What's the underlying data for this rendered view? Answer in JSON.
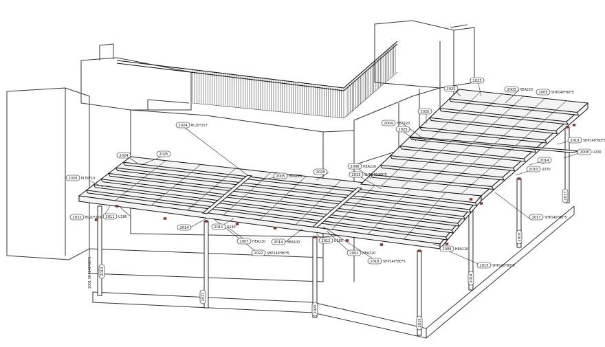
{
  "callouts": [
    {
      "id": "2023",
      "profile": ""
    },
    {
      "id": "2025",
      "profile": ""
    },
    {
      "id": "2003",
      "profile": "HEA220"
    },
    {
      "id": "2005",
      "profile": "SHP140*80*5"
    },
    {
      "id": "2020",
      "profile": ""
    },
    {
      "id": "2004",
      "profile": "HEA220"
    },
    {
      "id": "2025",
      "profile": ""
    },
    {
      "id": "2024",
      "profile": "BL20*217"
    },
    {
      "id": "2019",
      "profile": "SHP140*80*5"
    },
    {
      "id": "2008",
      "profile": "U230"
    },
    {
      "id": "2014",
      "profile": ""
    },
    {
      "id": "2010",
      "profile": "U230"
    },
    {
      "id": "2024",
      "profile": ""
    },
    {
      "id": "2025",
      "profile": ""
    },
    {
      "id": "2026",
      "profile": "PL50*10"
    },
    {
      "id": "2022",
      "profile": "BL20*226"
    },
    {
      "id": "2005",
      "profile": "HEA220"
    },
    {
      "id": "2028",
      "profile": ""
    },
    {
      "id": "2006",
      "profile": "HEA220"
    },
    {
      "id": "2019",
      "profile": "SHP140*80*5"
    },
    {
      "id": "2011",
      "profile": "U180"
    },
    {
      "id": "2014",
      "profile": ""
    },
    {
      "id": "2011",
      "profile": "U180"
    },
    {
      "id": "2007",
      "profile": "HEA220"
    },
    {
      "id": "2014",
      "profile": "HEA100"
    },
    {
      "id": "2012",
      "profile": "U180"
    },
    {
      "id": "2022",
      "profile": "SHP140*80*5"
    },
    {
      "id": "2002",
      "profile": "HEA220"
    },
    {
      "id": "2018",
      "profile": "SHP140*80*5"
    },
    {
      "id": "2017",
      "profile": "SHP140*80*5"
    },
    {
      "id": "2008",
      "profile": "HEA220"
    },
    {
      "id": "2015",
      "profile": "SHP140*80*5"
    }
  ],
  "column_marks": [
    {
      "id": "2021"
    },
    {
      "id": "2020"
    },
    {
      "id": "2019"
    },
    {
      "id": "2018"
    },
    {
      "id": "2016"
    },
    {
      "id": "2017"
    },
    {
      "id": "2013"
    }
  ],
  "side_label": "2001 SHP140*80*5"
}
